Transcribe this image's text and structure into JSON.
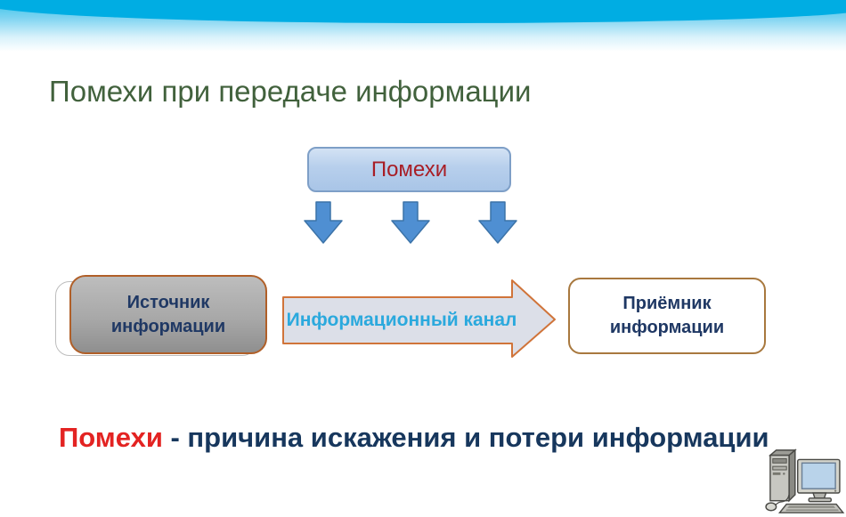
{
  "slide": {
    "title": "Помехи при передаче информации",
    "noise_box": {
      "label": "Помехи"
    },
    "flow": {
      "source": {
        "label": "Источник информации"
      },
      "channel": {
        "label": "Информационный канал"
      },
      "receiver": {
        "label": "Приёмник информации"
      }
    },
    "conclusion": {
      "highlight": "Помехи",
      "rest": " - причина искажения и потери информации"
    },
    "icons": {
      "down_arrows": "down-arrow-icon (x3, blue block arrows)",
      "channel_arrow": "right-block-arrow-shape",
      "computer": "desktop-computer-icon"
    },
    "colors": {
      "header_cyan": "#00ade3",
      "title_green": "#41613c",
      "noise_fill": "#b7cfec",
      "noise_border": "#7e9fc7",
      "noise_text": "#a81e26",
      "arrow_blue": "#4f8fd2",
      "arrow_blue_border": "#3c73a8",
      "source_fill_gray": "#a8a8a8",
      "source_border_orange": "#b05f28",
      "box_text_navy": "#1f3864",
      "channel_fill": "#dcdfe8",
      "channel_border": "#d0743a",
      "channel_text_cyan": "#2ba9dd",
      "receiver_border_tan": "#a8783e",
      "conclusion_red": "#e32322",
      "conclusion_navy": "#17375d"
    }
  }
}
